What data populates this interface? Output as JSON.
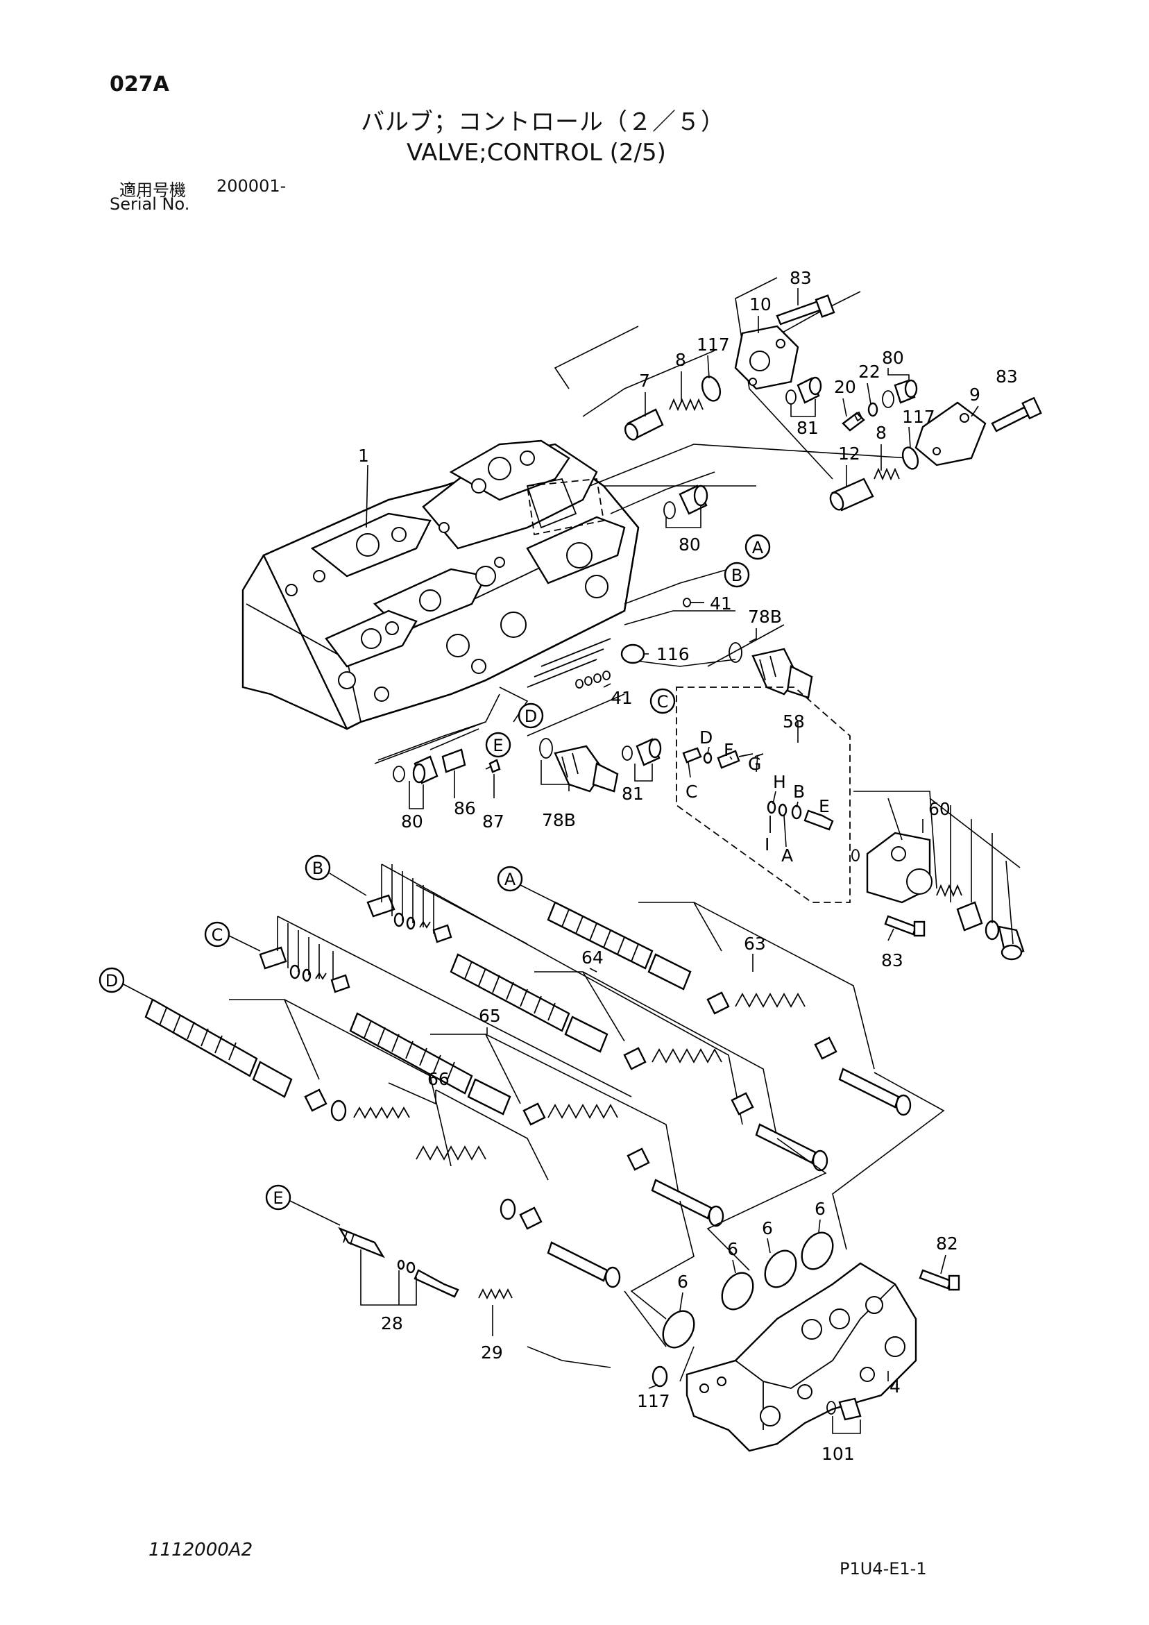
{
  "header": {
    "page_code": "027A",
    "title_jp": "バルブ；コントロール（２／５）",
    "title_en": "VALVE;CONTROL (2/5)",
    "serial_label_jp": "適用号機",
    "serial_value": "200001-",
    "serial_label_en": "Serial No."
  },
  "footer": {
    "drawing_code": "1112000A2",
    "page_ref": "P1U4-E1-1"
  },
  "callouts": [
    {
      "id": "c-a1",
      "text": "A"
    },
    {
      "id": "c-b1",
      "text": "B"
    },
    {
      "id": "c-c1",
      "text": "C"
    },
    {
      "id": "c-d1",
      "text": "D"
    },
    {
      "id": "c-e1",
      "text": "E"
    },
    {
      "id": "c-b2",
      "text": "B"
    },
    {
      "id": "c-a2",
      "text": "A"
    },
    {
      "id": "c-c2",
      "text": "C"
    },
    {
      "id": "c-d2",
      "text": "D"
    },
    {
      "id": "c-e2",
      "text": "E"
    }
  ],
  "part_labels": [
    {
      "id": "l-83a",
      "text": "83"
    },
    {
      "id": "l-10",
      "text": "10"
    },
    {
      "id": "l-117a",
      "text": "117"
    },
    {
      "id": "l-8a",
      "text": "8"
    },
    {
      "id": "l-7",
      "text": "7"
    },
    {
      "id": "l-81a",
      "text": "81"
    },
    {
      "id": "l-20",
      "text": "20"
    },
    {
      "id": "l-22",
      "text": "22"
    },
    {
      "id": "l-80a",
      "text": "80"
    },
    {
      "id": "l-83b",
      "text": "83"
    },
    {
      "id": "l-9",
      "text": "9"
    },
    {
      "id": "l-117b",
      "text": "117"
    },
    {
      "id": "l-8b",
      "text": "8"
    },
    {
      "id": "l-12",
      "text": "12"
    },
    {
      "id": "l-1",
      "text": "1"
    },
    {
      "id": "l-80b",
      "text": "80"
    },
    {
      "id": "l-41a",
      "text": "41"
    },
    {
      "id": "l-78ba",
      "text": "78B"
    },
    {
      "id": "l-116",
      "text": "116"
    },
    {
      "id": "l-41b",
      "text": "41"
    },
    {
      "id": "l-58",
      "text": "58"
    },
    {
      "id": "l-D",
      "text": "D"
    },
    {
      "id": "l-F",
      "text": "F"
    },
    {
      "id": "l-G",
      "text": "G"
    },
    {
      "id": "l-C",
      "text": "C"
    },
    {
      "id": "l-H",
      "text": "H"
    },
    {
      "id": "l-B",
      "text": "B"
    },
    {
      "id": "l-E",
      "text": "E"
    },
    {
      "id": "l-I",
      "text": "I"
    },
    {
      "id": "l-A",
      "text": "A"
    },
    {
      "id": "l-60",
      "text": "60"
    },
    {
      "id": "l-80c",
      "text": "80"
    },
    {
      "id": "l-86",
      "text": "86"
    },
    {
      "id": "l-87",
      "text": "87"
    },
    {
      "id": "l-78bb",
      "text": "78B"
    },
    {
      "id": "l-81b",
      "text": "81"
    },
    {
      "id": "l-83c",
      "text": "83"
    },
    {
      "id": "l-63",
      "text": "63"
    },
    {
      "id": "l-64",
      "text": "64"
    },
    {
      "id": "l-65",
      "text": "65"
    },
    {
      "id": "l-66",
      "text": "66"
    },
    {
      "id": "l-6a",
      "text": "6"
    },
    {
      "id": "l-6b",
      "text": "6"
    },
    {
      "id": "l-6c",
      "text": "6"
    },
    {
      "id": "l-6d",
      "text": "6"
    },
    {
      "id": "l-82",
      "text": "82"
    },
    {
      "id": "l-28",
      "text": "28"
    },
    {
      "id": "l-29",
      "text": "29"
    },
    {
      "id": "l-117c",
      "text": "117"
    },
    {
      "id": "l-4",
      "text": "4"
    },
    {
      "id": "l-101",
      "text": "101"
    }
  ]
}
